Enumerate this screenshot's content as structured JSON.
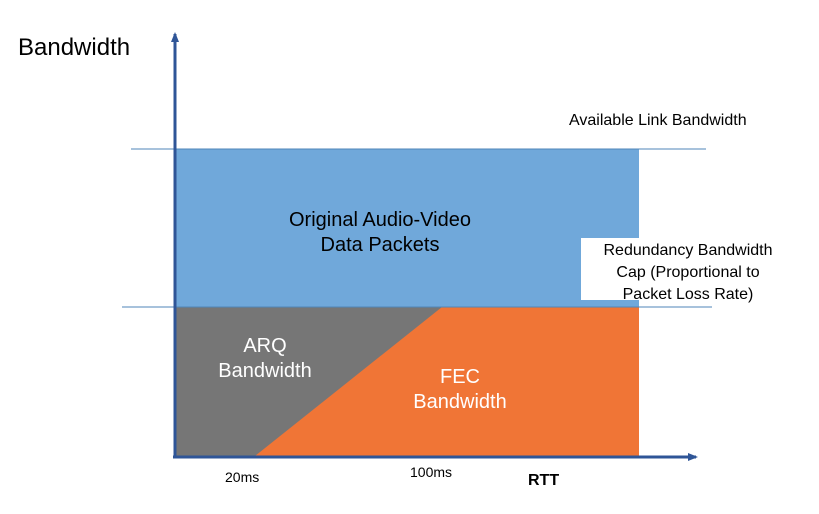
{
  "diagram": {
    "y_axis_label": "Bandwidth",
    "x_axis_label": "RTT",
    "x_ticks": [
      "20ms",
      "100ms"
    ],
    "available_link_bandwidth_label": "Available Link Bandwidth",
    "original_packets_label": [
      "Original Audio-Video",
      "Data Packets"
    ],
    "redundancy_cap_label": [
      "Redundancy Bandwidth",
      "Cap (Proportional to",
      "Packet Loss Rate)"
    ],
    "arq_label": [
      "ARQ",
      "Bandwidth"
    ],
    "fec_label": [
      "FEC",
      "Bandwidth"
    ],
    "colors": {
      "original_packets": "#70a8da",
      "arq": "#767676",
      "fec": "#f07536",
      "axis": "#2f5597",
      "reference_line": "#4f86b8"
    }
  }
}
